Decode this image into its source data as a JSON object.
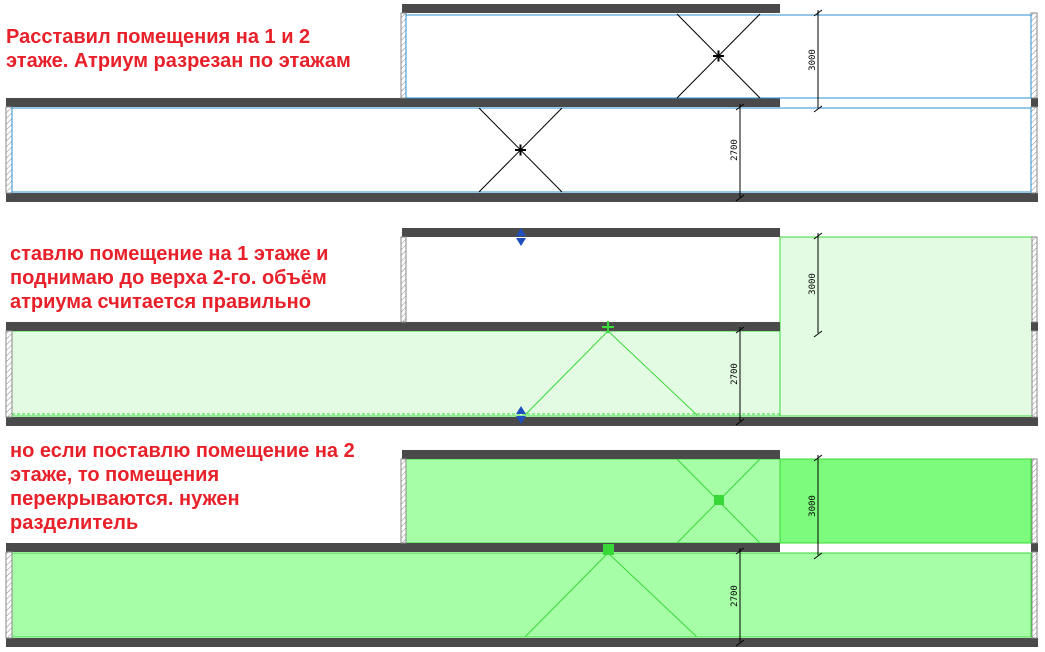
{
  "colors": {
    "annotation": "#e8202a",
    "slab": "#4a4a4a",
    "room_boundary": "#2b8fd0",
    "room_fill_light": "#e3fbe3",
    "room_fill_medium": "#a6ffa6",
    "room_fill_overlap": "#7cfb7c",
    "room_line": "#38d838",
    "grip_arrow": "#1f4fbf"
  },
  "annotations": [
    {
      "id": "note-1",
      "lines": [
        "Расставил помещения на 1 и 2",
        "этаже. Атриум разрезан по этажам"
      ]
    },
    {
      "id": "note-2",
      "lines": [
        "ставлю помещение на 1 этаже и",
        "поднимаю до верха 2-го. объём",
        "атриума считается правильно"
      ]
    },
    {
      "id": "note-3",
      "lines": [
        "но если поставлю помещение на 2",
        "этаже, то помещения",
        "перекрываются. нужен",
        "разделитель"
      ]
    }
  ],
  "sections": [
    {
      "name": "section-separate-rooms",
      "dims": {
        "upper_floor": "3000",
        "lower_floor": "2700"
      }
    },
    {
      "name": "section-full-height-room",
      "dims": {
        "upper_floor": "3000",
        "lower_floor": "2700"
      }
    },
    {
      "name": "section-overlapping-rooms",
      "dims": {
        "upper_floor": "3000",
        "lower_floor": "2700"
      }
    }
  ]
}
